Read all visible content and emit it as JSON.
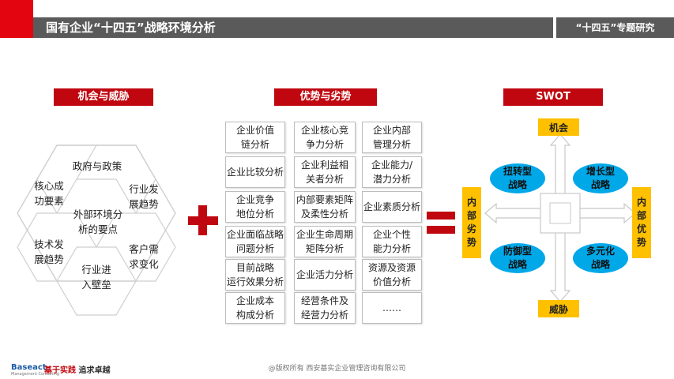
{
  "header": {
    "title": "国有企业“十四五”战略环境分析",
    "right": "“十四五”专题研究"
  },
  "sections": {
    "opportunity": "机会与威胁",
    "strength": "优势与劣势",
    "swot": "SWOT"
  },
  "hexagon": {
    "center": "外部环境分\n析的要点",
    "top": "政府与政策",
    "top_right": "行业发\n展趋势",
    "bottom_right": "客户需\n求变化",
    "bottom": "行业进\n入壁垒",
    "bottom_left": "技术发\n展趋势",
    "top_left": "核心成\n功要素"
  },
  "grid": [
    [
      "企业价值\n链分析",
      "企业核心竞\n争力分析",
      "企业内部\n管理分析"
    ],
    [
      "企业比较分析",
      "企业利益相\n关者分析",
      "企业能力/\n潜力分析"
    ],
    [
      "企业竞争\n地位分析",
      "内部要素矩阵\n及柔性分析",
      "企业素质分析"
    ],
    [
      "企业面临战略\n问题分析",
      "企业生命周期\n矩阵分析",
      "企业个性\n能力分析"
    ],
    [
      "目前战略\n运行效果分析",
      "企业活力分析",
      "资源及资源\n价值分析"
    ],
    [
      "企业成本\n构成分析",
      "经营条件及\n经营力分析",
      "……"
    ]
  ],
  "swot": {
    "top": "机会",
    "bottom": "威胁",
    "left": "内\n部\n劣\n势",
    "right": "内\n部\n优\n势",
    "tl": "扭转型\n战略",
    "tr": "增长型\n战略",
    "bl": "防御型\n战略",
    "br": "多元化\n战略"
  },
  "footer": {
    "logo": "Baseact",
    "logo_sub": "Management Consulting",
    "slogan_red": "基于实践",
    "slogan_dark": "追求卓越",
    "copyright": "@版权所有 西安基实企业管理咨询有限公司"
  },
  "colors": {
    "accent_red": "#c0070f",
    "header_gray": "#5a5a5a",
    "yellow": "#ffc000",
    "blue": "#00a8e8"
  }
}
